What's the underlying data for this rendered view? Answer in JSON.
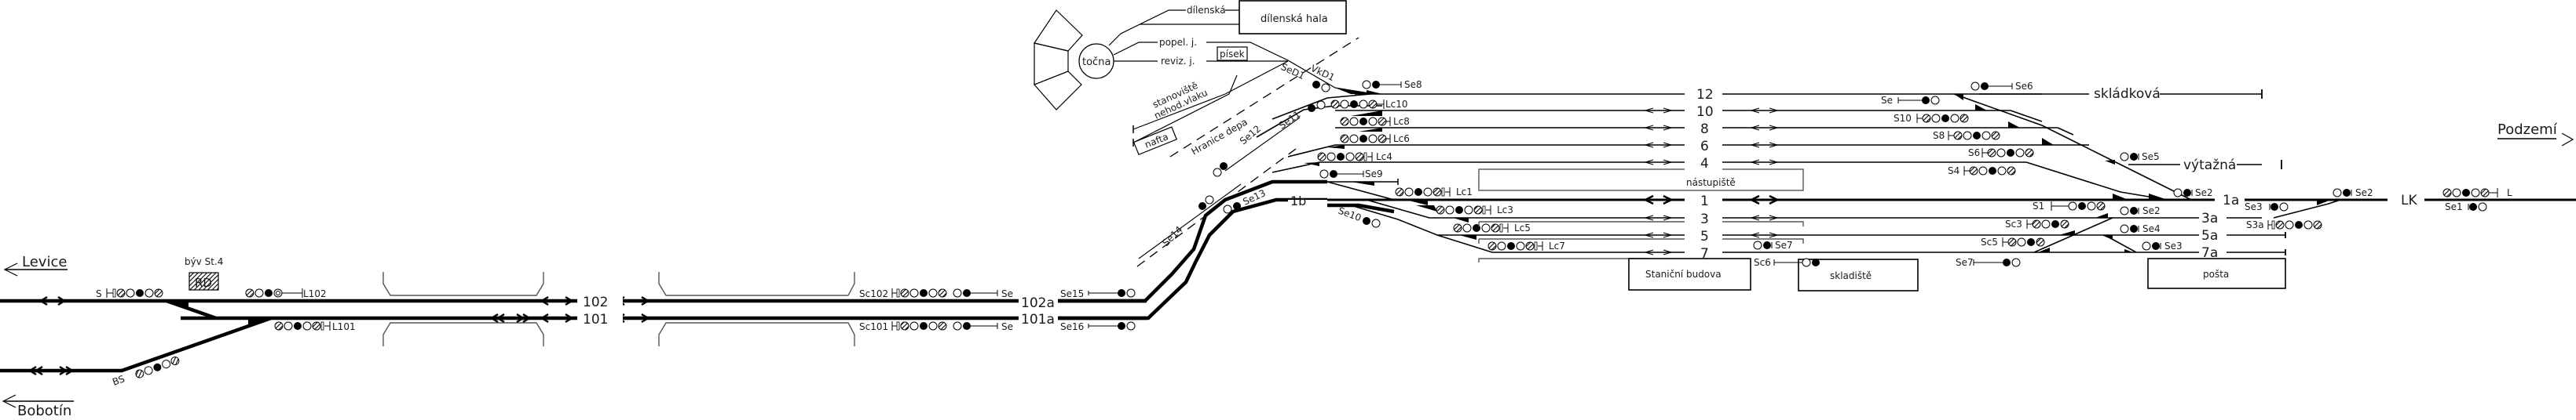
{
  "directions": {
    "levice": "Levice",
    "bobotin": "Bobotín",
    "podzemi": "Podzemí"
  },
  "buildings": {
    "former_post": "býv St.4",
    "rd": "RD",
    "dilenska_hala": "dílenská hala",
    "pisek": "písek",
    "nafta": "nafta",
    "stanicni_budova": "Staniční budova",
    "skladiste": "skladiště",
    "posta": "pošta",
    "nastupiste": "nástupiště",
    "tocna": "točna"
  },
  "depot_tracks": {
    "dilenska": "dílenská",
    "popel": "popel. j.",
    "reviz": "reviz. j.",
    "stanoviste": "stanoviště",
    "nehod": "nehod.vlaku",
    "hranice": "Hranice depa",
    "vkd1": "VkD1",
    "sed1": "SeD1"
  },
  "tracks": {
    "t102": "102",
    "t101": "101",
    "t102a": "102a",
    "t101a": "101a",
    "t12": "12",
    "t10": "10",
    "t8": "8",
    "t6": "6",
    "t4": "4",
    "t1": "1",
    "t3": "3",
    "t5": "5",
    "t7": "7",
    "t1b": "1b",
    "t1a": "1a",
    "t3a": "3a",
    "t5a": "5a",
    "t7a": "7a",
    "lk": "LK",
    "skladkova": "skládková",
    "vytazna": "výtažná"
  },
  "signals": {
    "S": "S",
    "L102": "L102",
    "L101": "L101",
    "BS": "BS",
    "Sc102": "Sc102",
    "Sc101": "Sc101",
    "Se_a": "Se",
    "Se_b": "Se",
    "Se15": "Se15",
    "Se16": "Se16",
    "Se8": "Se8",
    "Lc10": "Lc10",
    "Lc8": "Lc8",
    "Lc6": "Lc6",
    "Lc4": "Lc4",
    "Se9": "Se9",
    "Lc1": "Lc1",
    "Lc3": "Lc3",
    "Lc5": "Lc5",
    "Lc7": "Lc7",
    "Se11": "Se11",
    "Se12": "Se12",
    "Se13": "Se13",
    "Se14": "Se14",
    "Se10": "Se10",
    "Se6": "Se6",
    "Se_c": "Se",
    "S10": "S10",
    "S8": "S8",
    "S6": "S6",
    "S4": "S4",
    "Se5": "Se5",
    "S1": "S1",
    "Sc3": "Sc3",
    "Sc5": "Sc5",
    "Se7_a": "Se7",
    "Se7_b": "Se7",
    "Sc6": "Sc6",
    "Se2_a": "Se2",
    "Se2_b": "Se2",
    "Se4": "Se4",
    "Se3_a": "Se3",
    "Se3_b": "Se3",
    "S3a": "S3a",
    "Se2_c": "Se2",
    "Se1": "Se1",
    "L": "L"
  }
}
